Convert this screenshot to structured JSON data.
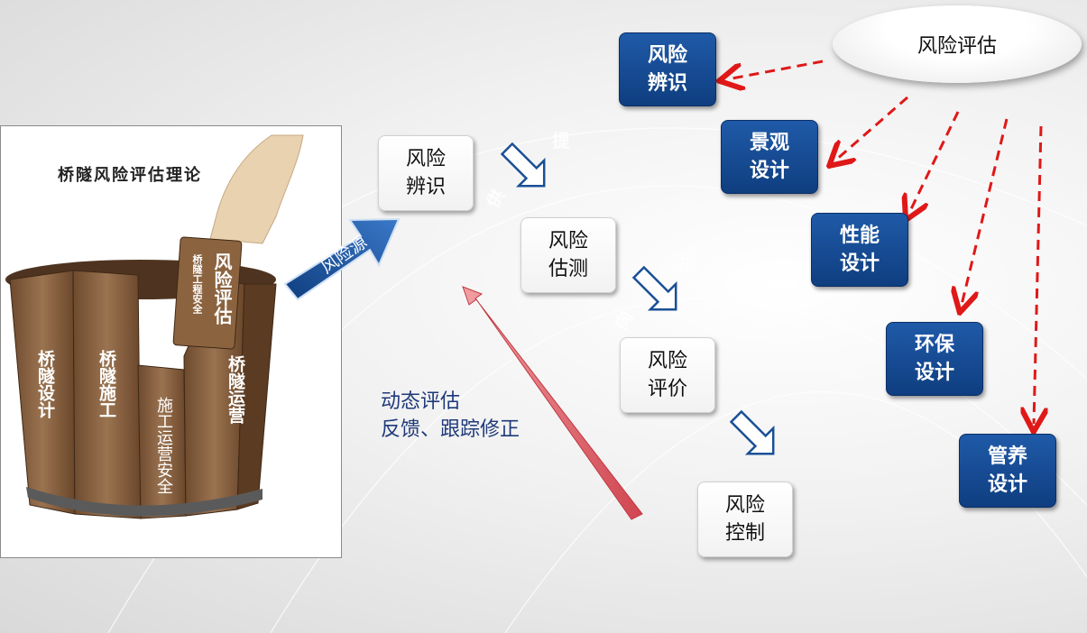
{
  "illustration": {
    "title": "桥隧风险评估理论",
    "card_main": "风险评估",
    "card_sub": "桥隧工程安全",
    "staves": [
      "桥隧设计",
      "桥隧施工",
      "施工运营安全",
      "桥隧运营"
    ]
  },
  "risk_source_label": "风险源",
  "steps": [
    {
      "line1": "风险",
      "line2": "辨识"
    },
    {
      "line1": "风险",
      "line2": "估测"
    },
    {
      "line1": "风险",
      "line2": "评价"
    },
    {
      "line1": "风险",
      "line2": "控制"
    }
  ],
  "step_arrow_labels": [
    "提",
    "供",
    "指",
    "向"
  ],
  "feedback": {
    "line1": "动态评估",
    "line2": "反馈、跟踪修正"
  },
  "assessment_hub": "风险评估",
  "design_boxes": [
    {
      "line1": "风险",
      "line2": "辨识"
    },
    {
      "line1": "景观",
      "line2": "设计"
    },
    {
      "line1": "性能",
      "line2": "设计"
    },
    {
      "line1": "环保",
      "line2": "设计"
    },
    {
      "line1": "管养",
      "line2": "设计"
    }
  ],
  "colors": {
    "design_box": "#1a4f96",
    "dashed_arrow": "#e01818",
    "feedback_arrow": "#d9555a",
    "feedback_text": "#1f3a7a",
    "risk_source_arrow": "#1a4f96"
  }
}
